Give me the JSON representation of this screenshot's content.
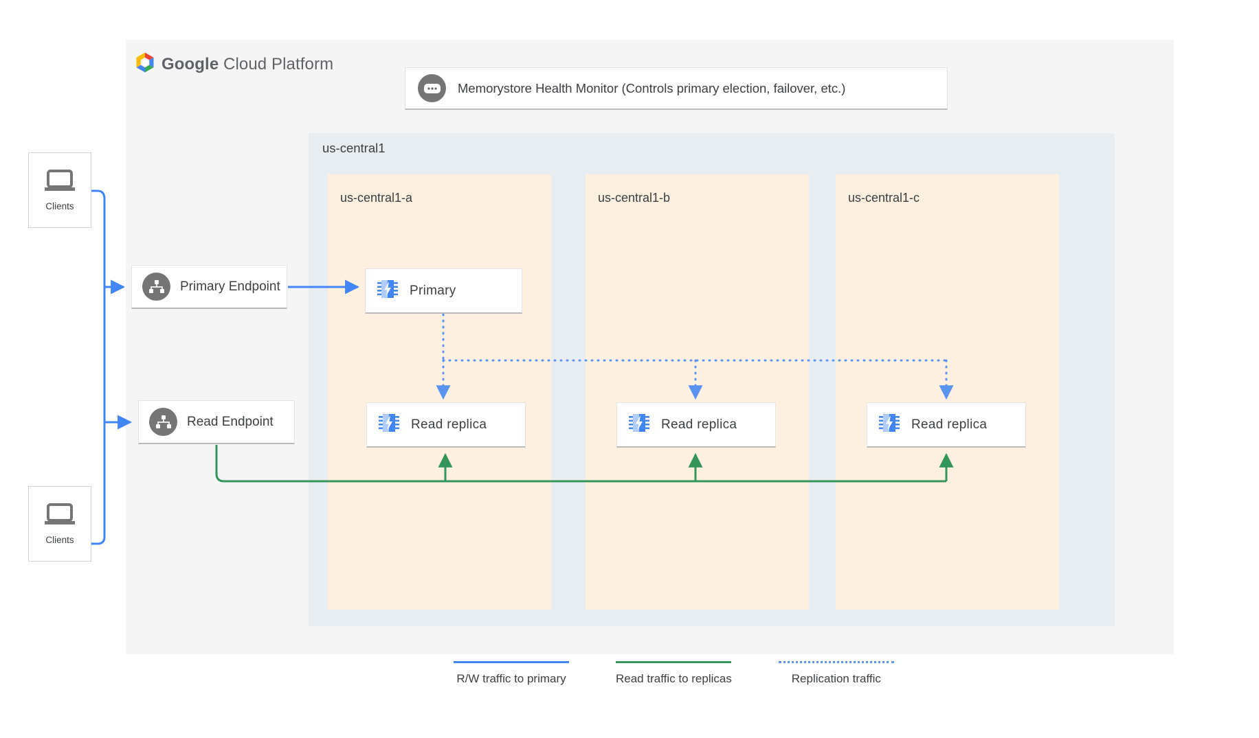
{
  "brand": {
    "logo_icon": "google-cloud-hexagon-logo",
    "name_bold": "Google",
    "name_rest": " Cloud Platform"
  },
  "health_monitor": {
    "icon": "health-monitor-icon",
    "label": "Memorystore Health Monitor (Controls primary election, failover, etc.)"
  },
  "region": {
    "label": "us-central1",
    "zones": [
      {
        "label": "us-central1-a"
      },
      {
        "label": "us-central1-b"
      },
      {
        "label": "us-central1-c"
      }
    ]
  },
  "nodes": {
    "primary": {
      "label": "Primary",
      "icon": "memorystore-chip-icon"
    },
    "replicas": [
      {
        "label": "Read replica",
        "icon": "memorystore-chip-icon"
      },
      {
        "label": "Read replica",
        "icon": "memorystore-chip-icon"
      },
      {
        "label": "Read replica",
        "icon": "memorystore-chip-icon"
      }
    ]
  },
  "endpoints": [
    {
      "label": "Primary Endpoint",
      "icon": "network-endpoint-icon"
    },
    {
      "label": "Read Endpoint",
      "icon": "network-endpoint-icon"
    }
  ],
  "clients": [
    {
      "label": "Clients",
      "icon": "laptop-icon"
    },
    {
      "label": "Clients",
      "icon": "laptop-icon"
    }
  ],
  "legend": [
    {
      "label": "R/W traffic to primary",
      "color": "#4285F4",
      "style": "solid"
    },
    {
      "label": "Read traffic to replicas",
      "color": "#34955B",
      "style": "solid"
    },
    {
      "label": "Replication traffic",
      "color": "#5B94F0",
      "style": "dotted"
    }
  ],
  "colors": {
    "panel_bg": "#F5F5F5",
    "region_bg": "#E8EDF1",
    "zone_bg": "#FDF0E0",
    "blue": "#4285F4",
    "green": "#34955B",
    "dotted_blue": "#5B94F0",
    "icon_gray": "#757575"
  }
}
